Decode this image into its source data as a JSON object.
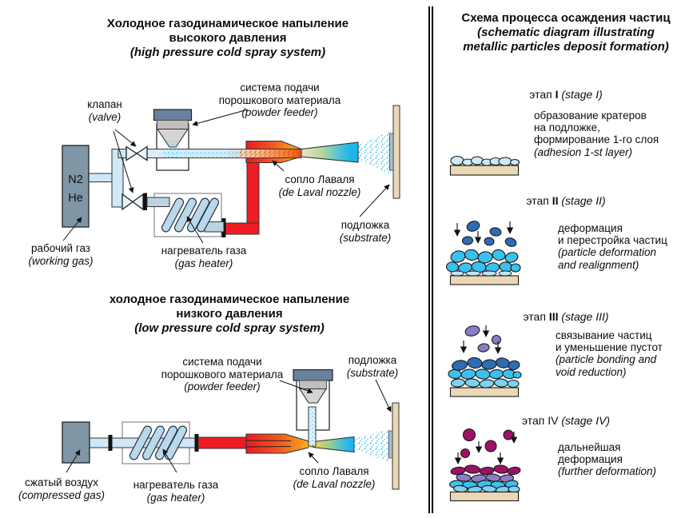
{
  "colors": {
    "tank": "#7E96A6",
    "lid": "#68819E",
    "pipe_blue": "#CFE7F6",
    "pipe_gray_blue": "#B9D3E2",
    "hot_red": "#EE1C25",
    "orange": "#F7941D",
    "yellow": "#FFC60B",
    "spray_cyan": "#55C6F0",
    "substrate_tan": "#EAD7B5",
    "deposit_gray": "#A8BFCF",
    "stage1_particle": "#CFE9F8",
    "stage2_falling_blue": "#2E6CB5",
    "layer_cyan": "#3CC0EE",
    "layer_light": "#7DD1F2",
    "stage3_falling_purple": "#8B7CC7",
    "stage4_falling_magenta": "#9C1167"
  },
  "left": {
    "high": {
      "title_line1": "Холодное газодинамическое напыление",
      "title_line2": "высокого давления",
      "title_line3": "(high pressure cold spray system)",
      "tank": {
        "line1": "N2",
        "line2": "He"
      },
      "valve": {
        "ru": "клапан",
        "en": "(valve)"
      },
      "feeder": {
        "ru1": "система подачи",
        "ru2": "порошкового материала",
        "en": "(powder feeder)"
      },
      "nozzle": {
        "ru": "сопло Лаваля",
        "en": "(de Laval nozzle)"
      },
      "substrate": {
        "ru": "подложка",
        "en": "(substrate)"
      },
      "gas": {
        "ru": "рабочий газ",
        "en": "(working gas)"
      },
      "heater": {
        "ru": "нагреватель газа",
        "en": "(gas heater)"
      }
    },
    "low": {
      "title_line1": "холодное газодинамическое напыление",
      "title_line2": "низкого давления",
      "title_line3": "(low pressure cold spray system)",
      "feeder": {
        "ru1": "система подачи",
        "ru2": "порошкового материала",
        "en": "(powder feeder)"
      },
      "substrate": {
        "ru": "подложка",
        "en": "(substrate)"
      },
      "nozzle": {
        "ru": "сопло Лаваля",
        "en": "(de Laval nozzle)"
      },
      "heater": {
        "ru": "нагреватель газа",
        "en": "(gas heater)"
      },
      "gas": {
        "ru": "сжатый воздух",
        "en": "(compressed gas)"
      }
    }
  },
  "right": {
    "title_line1": "Схема процесса осаждения частиц",
    "title_line2": "(schematic diagram illustrating",
    "title_line3": "metallic particles deposit formation)",
    "stages": [
      {
        "prefix": "этап",
        "numeral": "I",
        "suffix": "(stage I)",
        "ru1": "образование кратеров",
        "ru2": "на подложке,",
        "ru3": "формирование 1-го слоя",
        "en1": "(adhesion 1-st layer)"
      },
      {
        "prefix": "этап",
        "numeral": "II",
        "suffix": "(stage II)",
        "ru1": "деформация",
        "ru2": "и перестройка частиц",
        "en1": "(particle deformation",
        "en2": "and realignment)"
      },
      {
        "prefix": "этап",
        "numeral": "III",
        "suffix": "(stage III)",
        "ru1": "связывание частиц",
        "ru2": "и уменьшение пустот",
        "en1": "(particle bonding and",
        "en2": "void reduction)"
      },
      {
        "prefix": "этап",
        "numeral": "IV",
        "suffix": "(stage IV)",
        "ru1": "дальнейшая",
        "ru2": "деформация",
        "en1": "(further deformation)"
      }
    ]
  }
}
